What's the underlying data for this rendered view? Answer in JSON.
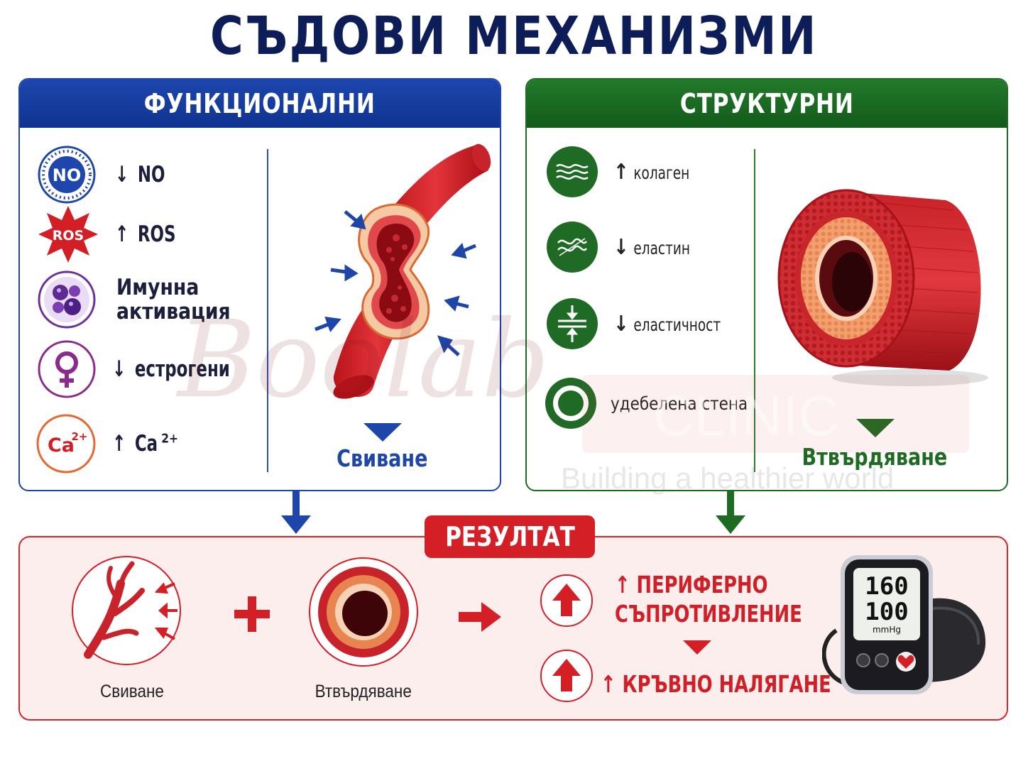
{
  "title": "СЪДОВИ МЕХАНИЗМИ",
  "functional": {
    "heading": "ФУНКЦИОНАЛНИ",
    "items": [
      {
        "badge": "NO",
        "arrow": "↓",
        "label": "NO"
      },
      {
        "badge": "ROS",
        "arrow": "↑",
        "label": "ROS"
      },
      {
        "badge": "",
        "arrow": "",
        "label_line1": "Имунна",
        "label_line2": "активация"
      },
      {
        "badge": "♀",
        "arrow": "↓",
        "label": "естрогени"
      },
      {
        "badge": "Ca",
        "badge_sup": "2+",
        "arrow": "↑",
        "label": "Ca",
        "label_sup": "2+"
      }
    ],
    "caption": "Свиване",
    "color": "#1e45a8"
  },
  "structural": {
    "heading": "СТРУКТУРНИ",
    "items": [
      {
        "arrow": "↑",
        "label": "колаген"
      },
      {
        "arrow": "↓",
        "label": "еластин"
      },
      {
        "arrow": "↓",
        "label": "еластичност"
      },
      {
        "arrow": "",
        "label": "удебелена стена"
      }
    ],
    "caption": "Втвърдяване",
    "color": "#1e6b24"
  },
  "result": {
    "tag": "РЕЗУЛТАТ",
    "left_caption": "Свиване",
    "right_caption": "Втвърдяване",
    "line1a": "↑ ПЕРИФЕРНО",
    "line1b": "СЪПРОТИВЛЕНИЕ",
    "line2": "↑ КРЪВНО НАЛЯГАНЕ",
    "monitor": {
      "systolic": "160",
      "diastolic": "100",
      "unit": "mmHg"
    },
    "color": "#d41f26"
  },
  "watermark": {
    "brand": "Boolab",
    "clinic": "CLINIC",
    "slogan": "Building a healthier world"
  }
}
